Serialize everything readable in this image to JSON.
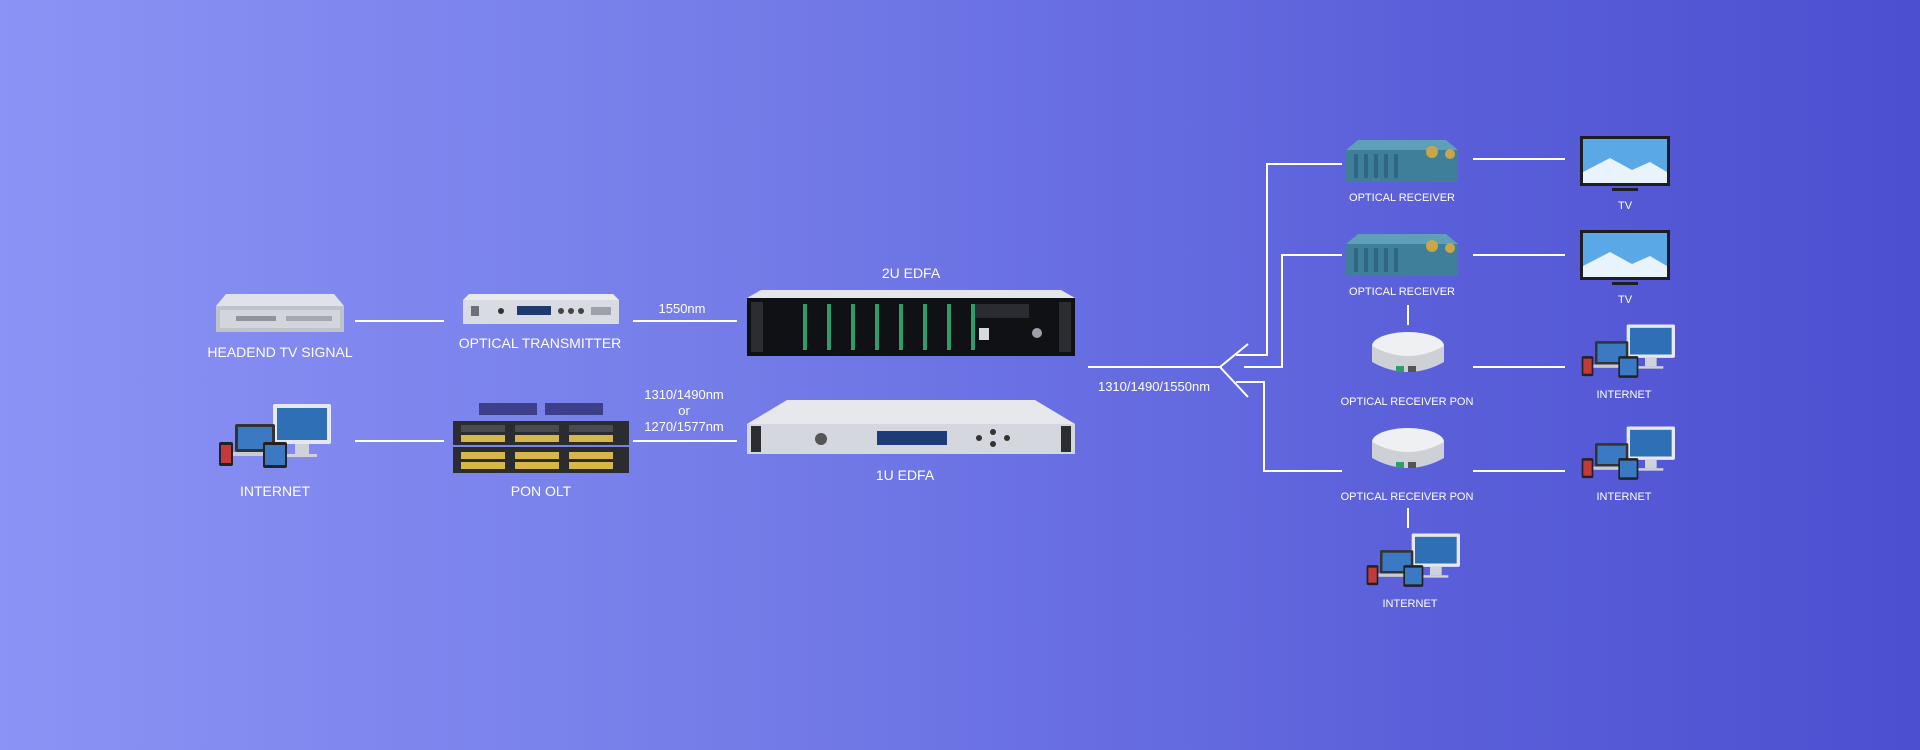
{
  "colors": {
    "line": "#ffffff",
    "label": "#ffffff"
  },
  "nodes": {
    "headend": {
      "label": "HEADEND TV SIGNAL",
      "icon": "server-icon"
    },
    "optical_tx": {
      "label": "OPTICAL TRANSMITTER",
      "icon": "rack-transmitter-icon"
    },
    "internet_left": {
      "label": "INTERNET",
      "icon": "devices-icon"
    },
    "pon_olt": {
      "label": "PON OLT",
      "icon": "olt-server-icon"
    },
    "edfa_2u": {
      "label": "2U EDFA",
      "icon": "edfa-2u-icon"
    },
    "edfa_1u": {
      "label": "1U EDFA",
      "icon": "edfa-1u-icon"
    },
    "rx1": {
      "label": "OPTICAL RECEIVER",
      "icon": "optical-receiver-icon"
    },
    "rx2": {
      "label": "OPTICAL RECEIVER",
      "icon": "optical-receiver-icon"
    },
    "rx_pon1": {
      "label": "OPTICAL RECEIVER PON",
      "icon": "pon-receiver-icon"
    },
    "rx_pon2": {
      "label": "OPTICAL RECEIVER PON",
      "icon": "pon-receiver-icon"
    },
    "tv1": {
      "label": "TV",
      "icon": "tv-icon"
    },
    "tv2": {
      "label": "TV",
      "icon": "tv-icon"
    },
    "internet_r1": {
      "label": "INTERNET",
      "icon": "devices-icon"
    },
    "internet_r2": {
      "label": "INTERNET",
      "icon": "devices-icon"
    },
    "internet_r3": {
      "label": "INTERNET",
      "icon": "devices-icon"
    }
  },
  "links": {
    "w1550": "1550nm",
    "w_pon_line1": "1310/1490nm",
    "w_pon_line2": "or",
    "w_pon_line3": "1270/1577nm",
    "w_out": "1310/1490/1550nm"
  }
}
